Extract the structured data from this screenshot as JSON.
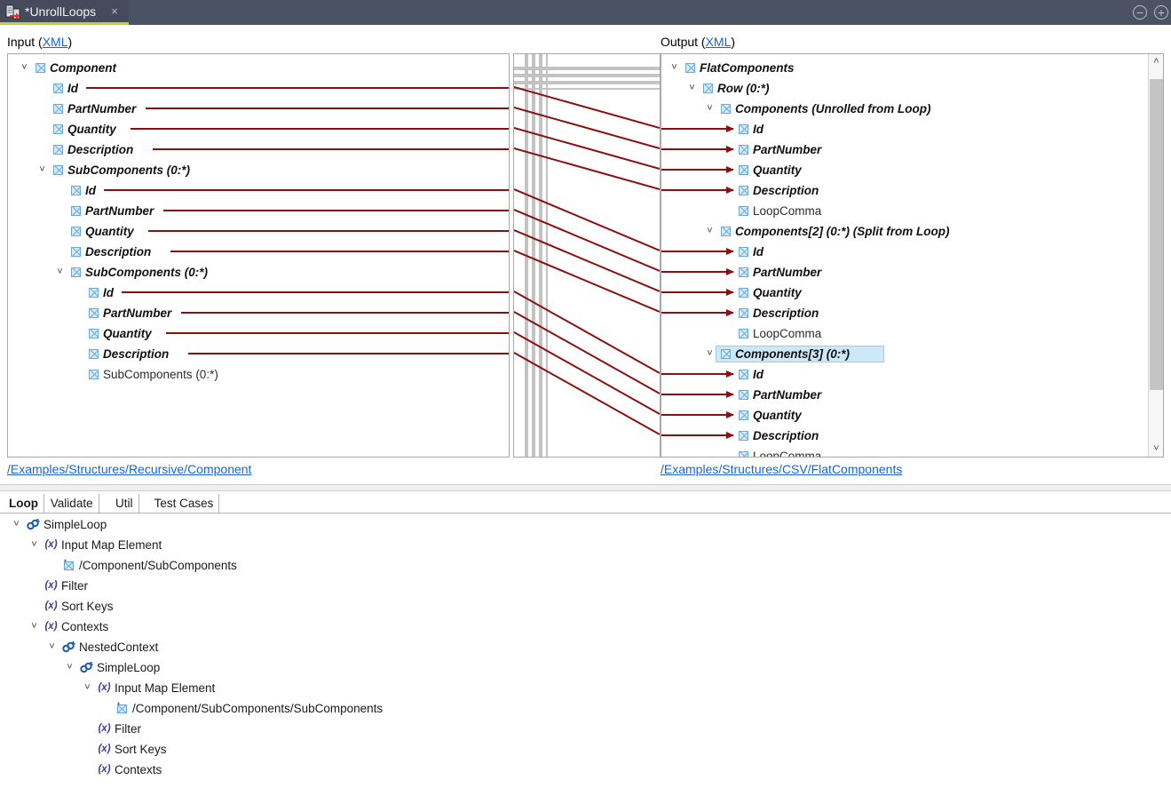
{
  "window": {
    "tab_title": "*UnrollLoops",
    "tab_icon": "mapper-document-icon",
    "close_label": "×",
    "minimize_label": "−",
    "maximize_label": "+",
    "accent_color": "#bcd630",
    "titlebar_color": "#4b5263"
  },
  "mapper": {
    "input_header_text": "Input (",
    "input_header_link": "XML",
    "input_header_suffix": ")",
    "output_header_text": "Output (",
    "output_header_link": "XML",
    "output_header_suffix": ")",
    "input_path": "/Examples/Structures/Recursive/Component",
    "output_path": "/Examples/Structures/CSV/FlatComponents",
    "link_color": "#1a64d0",
    "connector_color": "#8b0f10"
  },
  "input_tree": [
    {
      "label": "Component",
      "depth": 0,
      "twisty": "˅",
      "mapped": true,
      "line": false
    },
    {
      "label": "Id",
      "depth": 1,
      "twisty": "",
      "mapped": true,
      "line": true
    },
    {
      "label": "PartNumber",
      "depth": 1,
      "twisty": "",
      "mapped": true,
      "line": true
    },
    {
      "label": "Quantity",
      "depth": 1,
      "twisty": "",
      "mapped": true,
      "line": true
    },
    {
      "label": "Description",
      "depth": 1,
      "twisty": "",
      "mapped": true,
      "line": true
    },
    {
      "label": "SubComponents (0:*)",
      "depth": 1,
      "twisty": "˅",
      "mapped": true,
      "line": false
    },
    {
      "label": "Id",
      "depth": 2,
      "twisty": "",
      "mapped": true,
      "line": true
    },
    {
      "label": "PartNumber",
      "depth": 2,
      "twisty": "",
      "mapped": true,
      "line": true
    },
    {
      "label": "Quantity",
      "depth": 2,
      "twisty": "",
      "mapped": true,
      "line": true
    },
    {
      "label": "Description",
      "depth": 2,
      "twisty": "",
      "mapped": true,
      "line": true
    },
    {
      "label": "SubComponents (0:*)",
      "depth": 2,
      "twisty": "˅",
      "mapped": true,
      "line": false
    },
    {
      "label": "Id",
      "depth": 3,
      "twisty": "",
      "mapped": true,
      "line": true
    },
    {
      "label": "PartNumber",
      "depth": 3,
      "twisty": "",
      "mapped": true,
      "line": true
    },
    {
      "label": "Quantity",
      "depth": 3,
      "twisty": "",
      "mapped": true,
      "line": true
    },
    {
      "label": "Description",
      "depth": 3,
      "twisty": "",
      "mapped": true,
      "line": true
    },
    {
      "label": "SubComponents (0:*)",
      "depth": 3,
      "twisty": "",
      "mapped": false,
      "line": false
    }
  ],
  "output_tree": [
    {
      "label": "FlatComponents",
      "depth": 0,
      "twisty": "˅",
      "mapped": true,
      "arrow": false,
      "selected": false
    },
    {
      "label": "Row (0:*)",
      "depth": 1,
      "twisty": "˅",
      "mapped": true,
      "arrow": false,
      "selected": false
    },
    {
      "label": "Components (Unrolled from Loop)",
      "depth": 2,
      "twisty": "˅",
      "mapped": true,
      "arrow": false,
      "selected": false
    },
    {
      "label": "Id",
      "depth": 3,
      "twisty": "",
      "mapped": true,
      "arrow": true,
      "selected": false
    },
    {
      "label": "PartNumber",
      "depth": 3,
      "twisty": "",
      "mapped": true,
      "arrow": true,
      "selected": false
    },
    {
      "label": "Quantity",
      "depth": 3,
      "twisty": "",
      "mapped": true,
      "arrow": true,
      "selected": false
    },
    {
      "label": "Description",
      "depth": 3,
      "twisty": "",
      "mapped": true,
      "arrow": true,
      "selected": false
    },
    {
      "label": "LoopComma",
      "depth": 3,
      "twisty": "",
      "mapped": false,
      "arrow": false,
      "selected": false
    },
    {
      "label": "Components[2] (0:*) (Split from Loop)",
      "depth": 2,
      "twisty": "˅",
      "mapped": true,
      "arrow": false,
      "selected": false
    },
    {
      "label": "Id",
      "depth": 3,
      "twisty": "",
      "mapped": true,
      "arrow": true,
      "selected": false
    },
    {
      "label": "PartNumber",
      "depth": 3,
      "twisty": "",
      "mapped": true,
      "arrow": true,
      "selected": false
    },
    {
      "label": "Quantity",
      "depth": 3,
      "twisty": "",
      "mapped": true,
      "arrow": true,
      "selected": false
    },
    {
      "label": "Description",
      "depth": 3,
      "twisty": "",
      "mapped": true,
      "arrow": true,
      "selected": false
    },
    {
      "label": "LoopComma",
      "depth": 3,
      "twisty": "",
      "mapped": false,
      "arrow": false,
      "selected": false
    },
    {
      "label": "Components[3] (0:*)",
      "depth": 2,
      "twisty": "˅",
      "mapped": true,
      "arrow": false,
      "selected": true
    },
    {
      "label": "Id",
      "depth": 3,
      "twisty": "",
      "mapped": true,
      "arrow": true,
      "selected": false
    },
    {
      "label": "PartNumber",
      "depth": 3,
      "twisty": "",
      "mapped": true,
      "arrow": true,
      "selected": false
    },
    {
      "label": "Quantity",
      "depth": 3,
      "twisty": "",
      "mapped": true,
      "arrow": true,
      "selected": false
    },
    {
      "label": "Description",
      "depth": 3,
      "twisty": "",
      "mapped": true,
      "arrow": true,
      "selected": false
    },
    {
      "label": "LoopComma",
      "depth": 3,
      "twisty": "",
      "mapped": false,
      "arrow": false,
      "selected": false
    }
  ],
  "output_scrollbar": {
    "up_arrow": "˄",
    "down_arrow": "˅"
  },
  "bottom_tabs": [
    {
      "label": "Loop",
      "active": true
    },
    {
      "label": "Validate",
      "active": false
    },
    {
      "label": "Util",
      "active": false
    },
    {
      "label": "Test Cases",
      "active": false
    }
  ],
  "loop_tree": [
    {
      "label": "SimpleLoop",
      "depth": 0,
      "twisty": "˅",
      "icon": "loop-icon"
    },
    {
      "label": "Input Map Element",
      "depth": 1,
      "twisty": "˅",
      "icon": "fx-icon"
    },
    {
      "label": "/Component/SubComponents",
      "depth": 2,
      "twisty": "",
      "icon": "element-icon"
    },
    {
      "label": "Filter",
      "depth": 1,
      "twisty": "",
      "icon": "fx-icon"
    },
    {
      "label": "Sort Keys",
      "depth": 1,
      "twisty": "",
      "icon": "fx-icon"
    },
    {
      "label": "Contexts",
      "depth": 1,
      "twisty": "˅",
      "icon": "fx-icon"
    },
    {
      "label": "NestedContext",
      "depth": 2,
      "twisty": "˅",
      "icon": "loop-icon"
    },
    {
      "label": "SimpleLoop",
      "depth": 3,
      "twisty": "˅",
      "icon": "loop-icon"
    },
    {
      "label": "Input Map Element",
      "depth": 4,
      "twisty": "˅",
      "icon": "fx-icon"
    },
    {
      "label": "/Component/SubComponents/SubComponents",
      "depth": 5,
      "twisty": "",
      "icon": "element-icon"
    },
    {
      "label": "Filter",
      "depth": 4,
      "twisty": "",
      "icon": "fx-icon"
    },
    {
      "label": "Sort Keys",
      "depth": 4,
      "twisty": "",
      "icon": "fx-icon"
    },
    {
      "label": "Contexts",
      "depth": 4,
      "twisty": "",
      "icon": "fx-icon"
    }
  ]
}
